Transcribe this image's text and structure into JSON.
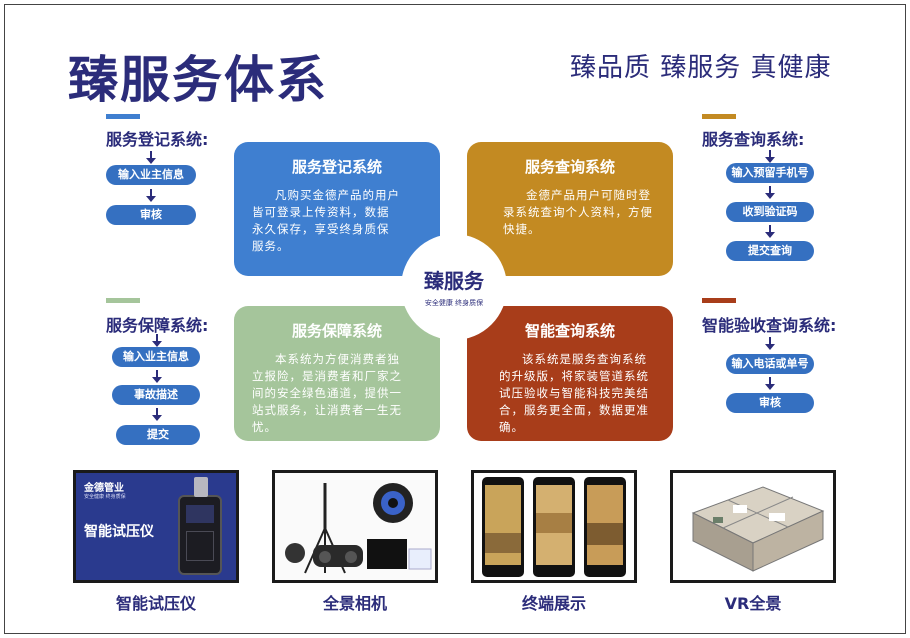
{
  "header": {
    "title": "臻服务体系",
    "slogan": "臻品质 臻服务 真健康"
  },
  "colors": {
    "navy": "#2b2c7a",
    "blue": "#3f7fd0",
    "gold": "#c38a22",
    "green": "#a5c59b",
    "rust": "#a83d1a",
    "pill": "#3570c1"
  },
  "left_top": {
    "title": "服务登记系统:",
    "steps": [
      "输入业主信息",
      "审核"
    ]
  },
  "left_bottom": {
    "title": "服务保障系统:",
    "steps": [
      "输入业主信息",
      "事故描述",
      "提交"
    ]
  },
  "right_top": {
    "title": "服务查询系统:",
    "steps": [
      "输入预留手机号",
      "收到验证码",
      "提交查询"
    ]
  },
  "right_bottom": {
    "title": "智能验收查询系统:",
    "steps": [
      "输入电话或单号",
      "审核"
    ]
  },
  "quadrants": {
    "registration": {
      "title": "服务登记系统",
      "text": "凡购买金德产品的用户皆可登录上传资料，数据永久保存，享受终身质保服务。"
    },
    "query": {
      "title": "服务查询系统",
      "text": "金德产品用户可随时登录系统查询个人资料，方便快捷。"
    },
    "guarantee": {
      "title": "服务保障系统",
      "text": "本系统为方便消费者独立报险，是消费者和厂家之间的安全绿色通道，提供一站式服务，让消费者一生无忧。"
    },
    "smart": {
      "title": "智能查询系统",
      "text": "该系统是服务查询系统的升级版，将家装管道系统试压验收与智能科技完美结合，服务更全面，数据更准确。"
    }
  },
  "center": {
    "title": "臻服务",
    "subtitle": "安全健康  终身质保"
  },
  "products": [
    {
      "label": "智能试压仪",
      "brand": "金德管业",
      "brand_sub": "安全健康  终身质保",
      "device_title": "智能试压仪"
    },
    {
      "label": "全景相机"
    },
    {
      "label": "终端展示"
    },
    {
      "label": "VR全景"
    }
  ]
}
